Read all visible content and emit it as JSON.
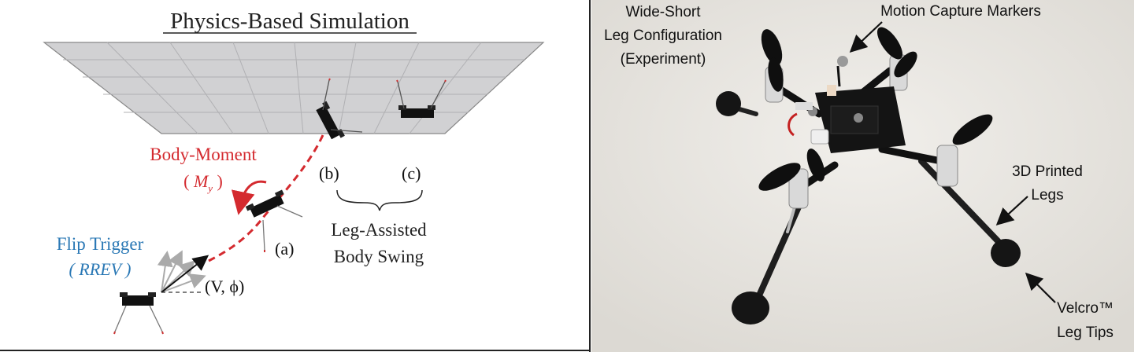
{
  "left_panel": {
    "title": "Physics-Based Simulation",
    "body_moment": {
      "label": "Body-Moment",
      "symbol_open": "(",
      "symbol": "M",
      "subscript": "y",
      "symbol_close": ")"
    },
    "flip_trigger": {
      "label": "Flip Trigger",
      "symbol": "( RREV )"
    },
    "velocity_label": "(V, ϕ)",
    "stage_a": "(a)",
    "stage_b": "(b)",
    "stage_c": "(c)",
    "leg_assisted": [
      "Leg-Assisted",
      "Body Swing"
    ]
  },
  "right_panel": {
    "config_label": [
      "Wide-Short",
      "Leg Configuration",
      "(Experiment)"
    ],
    "markers_label": "Motion Capture Markers",
    "legs_label": [
      "3D Printed",
      "Legs"
    ],
    "tips_label": [
      "Velcro™",
      "Leg Tips"
    ]
  },
  "colors": {
    "moment_red": "#d42a2f",
    "trigger_blue": "#2a78b5",
    "ceiling_gray": "#cfcfd1",
    "photo_background": "#ebe9e4",
    "divider": "#222222"
  },
  "icons": [
    "quadrotor-icon",
    "propeller-icon",
    "arrow-icon"
  ]
}
